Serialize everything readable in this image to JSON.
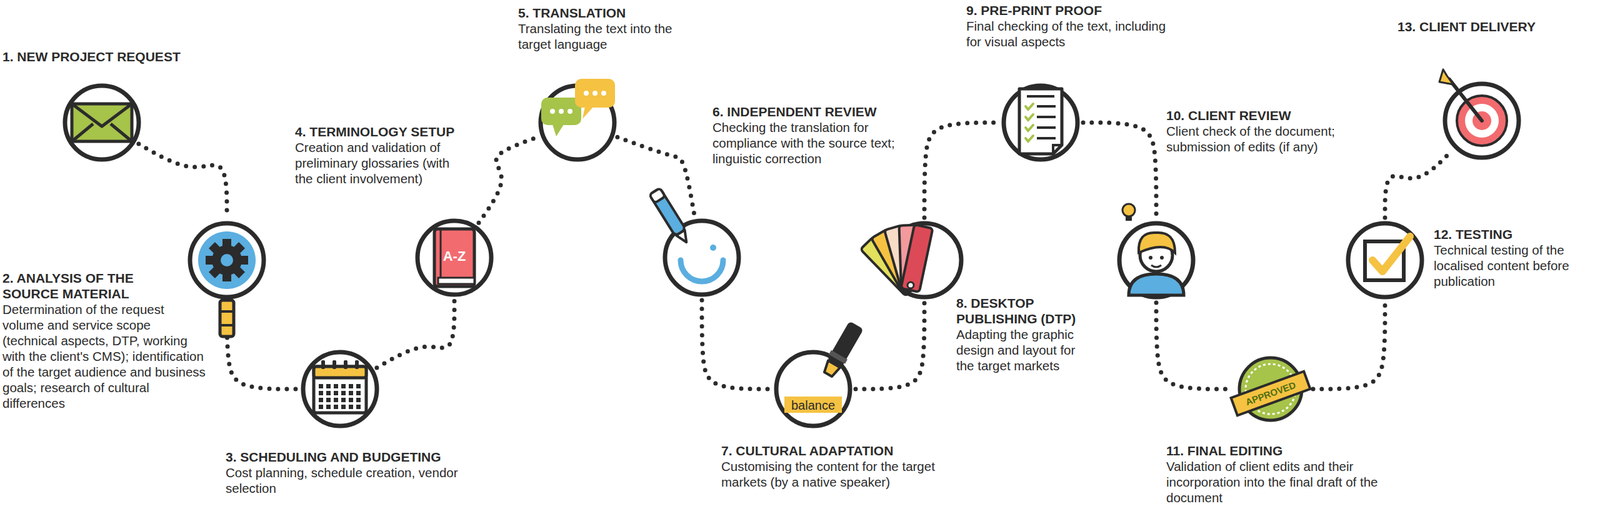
{
  "diagram": {
    "nodes": [
      {
        "text": [
          "1. NEW PROJECT REQUEST"
        ]
      },
      {
        "text": [
          "2. ANALYSIS OF THE SOURCE MATERIAL",
          "Determination of the request volume and service scope (technical aspects, DTP, working with the client's CMS); identification of the target audience and business goals; research of cultural differences"
        ]
      },
      {
        "text": [
          "3. SCHEDULING AND BUDGETING",
          "Cost planning, schedule creation, vendor selection"
        ]
      },
      {
        "text": [
          "4. TERMINOLOGY SETUP",
          "Creation and validation of preliminary glossaries (with the client involvement)"
        ]
      },
      {
        "text": [
          "5. TRANSLATION",
          "Translating the text into the target language"
        ]
      },
      {
        "text": [
          "6. INDEPENDENT REVIEW",
          "Checking the translation for compliance with the source text; linguistic correction"
        ]
      },
      {
        "text": [
          "7. CULTURAL ADAPTATION",
          "Customising the content for the target markets (by a native speaker)"
        ]
      },
      {
        "text": [
          "8. DESKTOP PUBLISHING (DTP)",
          "Adapting the graphic design and layout for the target markets"
        ]
      },
      {
        "text": [
          "9. PRE-PRINT PROOF",
          "Final checking of the text, including for visual aspects"
        ]
      },
      {
        "text": [
          "10. CLIENT REVIEW",
          "Client check of the document; submission of edits (if any)"
        ]
      },
      {
        "text": [
          "11. FINAL EDITING",
          "Validation of client edits and their incorporation into the final draft of the document"
        ]
      },
      {
        "text": [
          "12. TESTING",
          "Technical testing of the localised content before publication"
        ]
      },
      {
        "text": [
          "13. CLIENT DELIVERY"
        ]
      }
    ],
    "edges": [
      {
        "from": 0,
        "to": 1,
        "arrow": "none"
      },
      {
        "from": 1,
        "to": 2,
        "arrow": "none"
      },
      {
        "from": 2,
        "to": 3,
        "arrow": "none"
      },
      {
        "from": 3,
        "to": 4,
        "arrow": "none"
      },
      {
        "from": 4,
        "to": 5,
        "arrow": "none"
      },
      {
        "from": 5,
        "to": 6,
        "arrow": "none"
      },
      {
        "from": 6,
        "to": 7,
        "arrow": "none"
      },
      {
        "from": 7,
        "to": 8,
        "arrow": "none"
      },
      {
        "from": 8,
        "to": 9,
        "arrow": "none"
      },
      {
        "from": 9,
        "to": 10,
        "arrow": "none"
      },
      {
        "from": 10,
        "to": 11,
        "arrow": "none"
      },
      {
        "from": 11,
        "to": 12,
        "arrow": "none"
      }
    ],
    "labels": [
      "A-Z",
      "balance",
      "APPROVED"
    ]
  }
}
